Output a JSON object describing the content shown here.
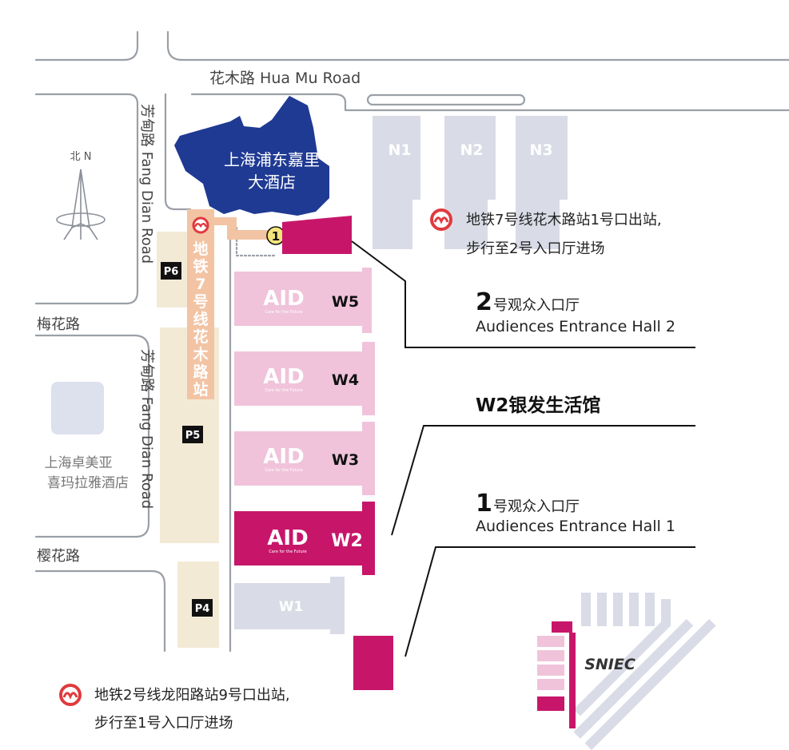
{
  "colors": {
    "road_outline": "#9aa0a6",
    "hotel_blue": "#1f3a93",
    "hall_grey": "#d9dce6",
    "hall_pink_light": "#f0c3da",
    "hall_pink_mid": "#e59fc4",
    "hall_magenta": "#c7166a",
    "parking_beige": "#f3ead6",
    "metro_orange": "#f2c4a4",
    "metro_red": "#e03a3e",
    "leader_line": "#111111"
  },
  "roads": {
    "hua_mu": "花木路 Hua Mu Road",
    "fang_dian_top": "芳甸路 Fang Dian Road",
    "fang_dian_bottom": "芳甸路 Fang Dian Road",
    "mei_hua": "梅花路",
    "ying_hua": "樱花路"
  },
  "compass": {
    "label": "北 N"
  },
  "buildings": {
    "kerry_hotel": [
      "上海浦东嘉里",
      "大酒店"
    ],
    "himalaya_hotel": [
      "上海卓美亚",
      "喜玛拉雅酒店"
    ],
    "n_halls": [
      "N1",
      "N2",
      "N3"
    ],
    "w1": "W1",
    "sniec": "SNIEC"
  },
  "w_halls": [
    {
      "name": "W5",
      "logo": "AID",
      "tagline": "Care for the Future"
    },
    {
      "name": "W4",
      "logo": "AID",
      "tagline": "Care for the Future"
    },
    {
      "name": "W3",
      "logo": "AID",
      "tagline": "Care for the Future"
    },
    {
      "name": "W2",
      "logo": "AID",
      "tagline": "Care for the Future"
    }
  ],
  "parking": [
    "P6",
    "P5",
    "P4"
  ],
  "metro_station_vertical": [
    "地",
    "铁",
    "7",
    "号",
    "线",
    "花",
    "木",
    "路",
    "站"
  ],
  "exit_marker": "1",
  "callouts": {
    "metro7": [
      "地铁7号线花木路站1号口出站,",
      "步行至2号入口厅进场"
    ],
    "hall2": {
      "number": "2",
      "cn": "号观众入口厅",
      "en": "Audiences Entrance Hall 2"
    },
    "w2_pavilion": "W2银发生活馆",
    "hall1": {
      "number": "1",
      "cn": "号观众入口厅",
      "en": "Audiences Entrance Hall 1"
    },
    "metro2": [
      "地铁2号线龙阳路站9号口出站,",
      "步行至1号入口厅进场"
    ]
  }
}
